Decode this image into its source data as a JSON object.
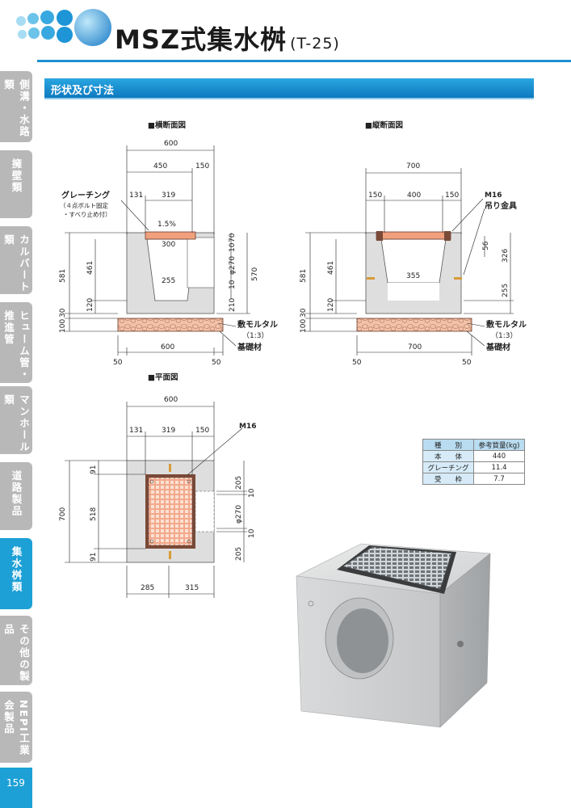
{
  "header": {
    "title": "MSZ式集水桝",
    "title_suffix": "(T-25)"
  },
  "section": {
    "title": "形状及び寸法"
  },
  "sidebar": {
    "items": [
      {
        "label": "側溝・水路類",
        "active": false
      },
      {
        "label": "擁壁類",
        "active": false
      },
      {
        "label": "カルバート類",
        "active": false
      },
      {
        "label": "ヒューム管・推進管",
        "active": false
      },
      {
        "label": "マンホール類",
        "active": false
      },
      {
        "label": "道路製品",
        "active": false
      },
      {
        "label": "集水桝類",
        "active": true
      },
      {
        "label": "その他の製品",
        "active": false
      },
      {
        "label": "NEPI工業会製品",
        "active": false
      }
    ],
    "page_number": "159"
  },
  "cross_section": {
    "heading": "■横断面図",
    "dims": {
      "total_width": "600",
      "w450": "450",
      "w150": "150",
      "w131": "131",
      "w319": "319",
      "slope": "1.5%",
      "w300": "300",
      "w255": "255",
      "h581": "581",
      "h461": "461",
      "h120": "120",
      "h100": "100",
      "h30": "30",
      "h70": "70",
      "h10a": "10",
      "phi270": "φ270",
      "h10b": "10",
      "h210": "210",
      "h570": "570",
      "base_w600": "600",
      "b50l": "50",
      "b50r": "50"
    },
    "labels": {
      "grating": "グレーチング",
      "grating_note1": "（４点ボルト固定",
      "grating_note2": "・すべり止め付）",
      "mortar": "敷モルタル",
      "mortar_ratio": "（1:3）",
      "base": "基礎材"
    }
  },
  "long_section": {
    "heading": "■縦断面図",
    "dims": {
      "total_width": "700",
      "w150l": "150",
      "w400": "400",
      "w150r": "150",
      "m16": "M16",
      "lifting": "吊り金具",
      "h56": "56",
      "h326": "326",
      "w355": "355",
      "h255": "255",
      "h581": "581",
      "h461": "461",
      "h120": "120",
      "h100": "100",
      "h30": "30",
      "base_w700": "700",
      "b50l": "50",
      "b50r": "50"
    },
    "labels": {
      "mortar": "敷モルタル",
      "mortar_ratio": "（1:3）",
      "base": "基礎材"
    }
  },
  "plan": {
    "heading": "■平面図",
    "dims": {
      "total_width": "600",
      "w131": "131",
      "w319": "319",
      "w150": "150",
      "m16": "M16",
      "h700": "700",
      "h91a": "91",
      "h518": "518",
      "h91b": "91",
      "h205a": "205",
      "h10a": "10",
      "phi270": "φ270",
      "h10b": "10",
      "h205b": "205",
      "w285": "285",
      "w315": "315"
    }
  },
  "spec_table": {
    "headers": [
      "種　　別",
      "参考質量(kg)"
    ],
    "rows": [
      {
        "name": "本　　体",
        "value": "440"
      },
      {
        "name": "グレーチング",
        "value": "11.4"
      },
      {
        "name": "受　　枠",
        "value": "7.7"
      }
    ]
  },
  "colors": {
    "accent": "#1da0d6",
    "sidebar_inactive": "#b8b8b8",
    "grating": "#e8896a",
    "concrete": "#dcdcdc"
  }
}
